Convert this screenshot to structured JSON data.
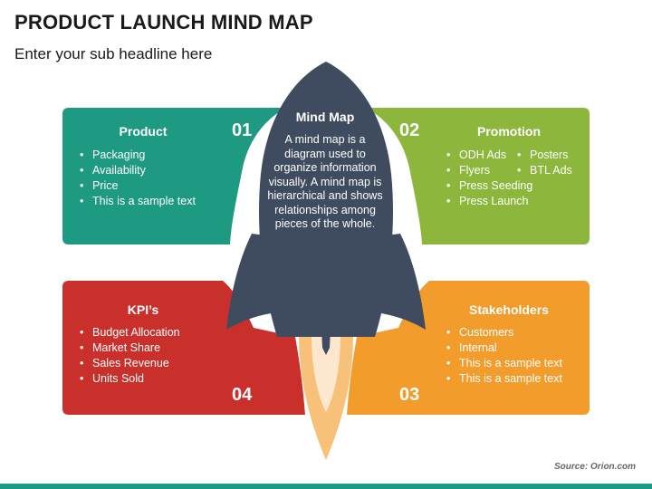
{
  "title": "PRODUCT LAUNCH MIND MAP",
  "subtitle": "Enter your sub headline here",
  "center": {
    "title": "Mind Map",
    "body": "A mind map is a diagram used to organize information visually. A mind map is hierarchical and shows relationships among pieces of the whole."
  },
  "boxes": [
    {
      "heading": "Product",
      "number": "01",
      "color": "#1e9a82",
      "items": [
        "Packaging",
        "Availability",
        "Price",
        "This is a sample text"
      ]
    },
    {
      "heading": "Promotion",
      "number": "02",
      "color": "#8cb63c",
      "items": [
        "ODH Ads",
        "Posters",
        "Flyers",
        "BTL Ads",
        "Press Seeding",
        "Press Launch"
      ]
    },
    {
      "heading": "Stakeholders",
      "number": "03",
      "color": "#f29c2b",
      "items": [
        "Customers",
        "Internal",
        "This is a sample text",
        "This is a sample text"
      ]
    },
    {
      "heading": "KPI’s",
      "number": "04",
      "color": "#c9302c",
      "items": [
        "Budget Allocation",
        "Market Share",
        "Sales Revenue",
        "Units Sold"
      ]
    }
  ],
  "colors": {
    "rocket": "#3f4b5e",
    "flame_outer": "#f7c17a",
    "flame_inner": "#fde7cf",
    "accent_bar": "#1b9a86"
  },
  "source": "Source: Orion.com"
}
